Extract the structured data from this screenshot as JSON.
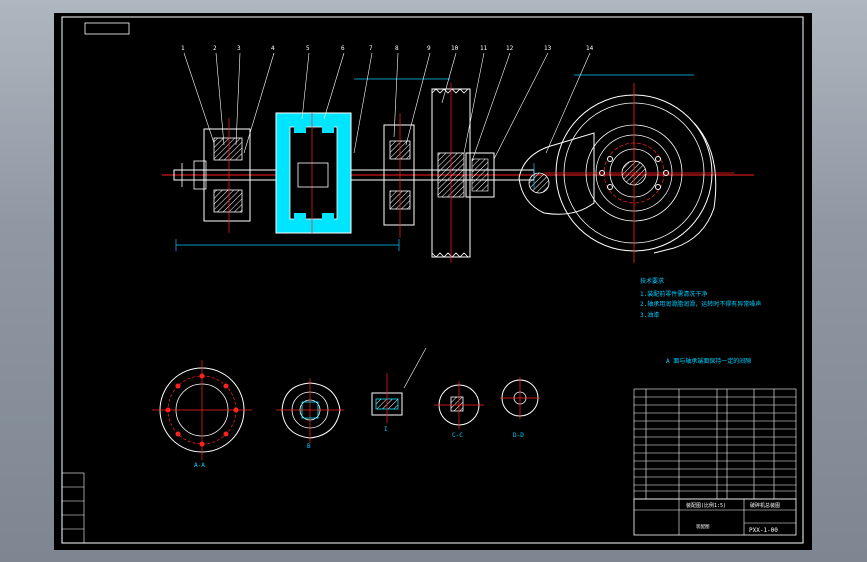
{
  "drawing": {
    "part_numbers": [
      "1",
      "2",
      "3",
      "4",
      "5",
      "6",
      "7",
      "8",
      "9",
      "10",
      "11",
      "12",
      "13",
      "14"
    ],
    "tech_req_title": "技术要求",
    "tech_req_lines": [
      "1.装配前零件需清洗干净",
      "2.轴承用润滑脂润滑，运转时不得有异常噪声",
      "3.油漆"
    ],
    "note2": "A 面与轴承端面保持一定的间隙",
    "view_labels": {
      "section_a": "A-A",
      "view_b": "B",
      "view_i": "I",
      "section_c": "C-C",
      "section_d": "D-D"
    },
    "title_block": {
      "scale_note": "装配图(比例1:5)",
      "drawing_name": "破碎机总装图",
      "drawing_code": "PXX-1-00",
      "sheet_label": "装配图"
    },
    "colors": {
      "background": "#000000",
      "outline": "#ffffff",
      "centerline": "#ff2020",
      "part_fill": "#00e5ff",
      "dimension": "#00c8ff",
      "hatch": "#ffffff",
      "text": "#00d0ff"
    }
  }
}
